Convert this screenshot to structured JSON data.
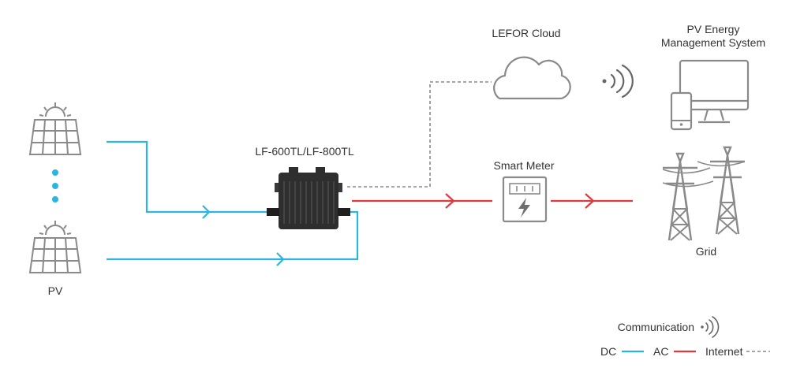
{
  "labels": {
    "pv": "PV",
    "inverter": "LF-600TL/LF-800TL",
    "cloud": "LEFOR Cloud",
    "meter": "Smart Meter",
    "ems_line1": "PV Energy",
    "ems_line2": "Management System",
    "grid": "Grid"
  },
  "legend": {
    "communication": "Communication",
    "dc": "DC",
    "ac": "AC",
    "internet": "Internet"
  },
  "colors": {
    "dc": "#2BB5E0",
    "ac": "#E03A3E",
    "internet": "#888888",
    "icon": "#8A8A8A",
    "inverter": "#2E2E2E"
  }
}
